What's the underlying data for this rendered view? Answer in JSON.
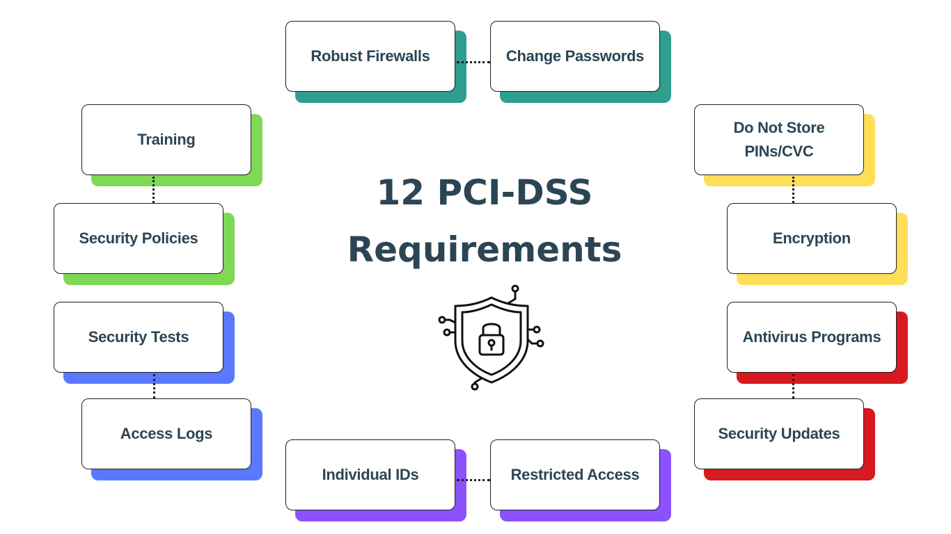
{
  "title": {
    "line1": "12 PCI-DSS",
    "line2": "Requirements"
  },
  "center_icon": "shield-lock-circuit-icon",
  "colors": {
    "text": "#2b4554",
    "teal": "#2e9e8e",
    "green": "#7ed957",
    "blue": "#5b79ff",
    "purple": "#8c52ff",
    "yellow": "#ffde59",
    "red": "#d61a1f"
  },
  "requirements": {
    "robust_firewalls": "Robust Firewalls",
    "change_passwords": "Change Passwords",
    "training": "Training",
    "security_policies": "Security Policies",
    "security_tests": "Security Tests",
    "access_logs": "Access Logs",
    "individual_ids": "Individual IDs",
    "restricted_access": "Restricted Access",
    "do_not_store_line1": "Do Not Store",
    "do_not_store_line2": "PINs/CVC",
    "encryption": "Encryption",
    "antivirus_programs": "Antivirus Programs",
    "security_updates": "Security Updates"
  }
}
